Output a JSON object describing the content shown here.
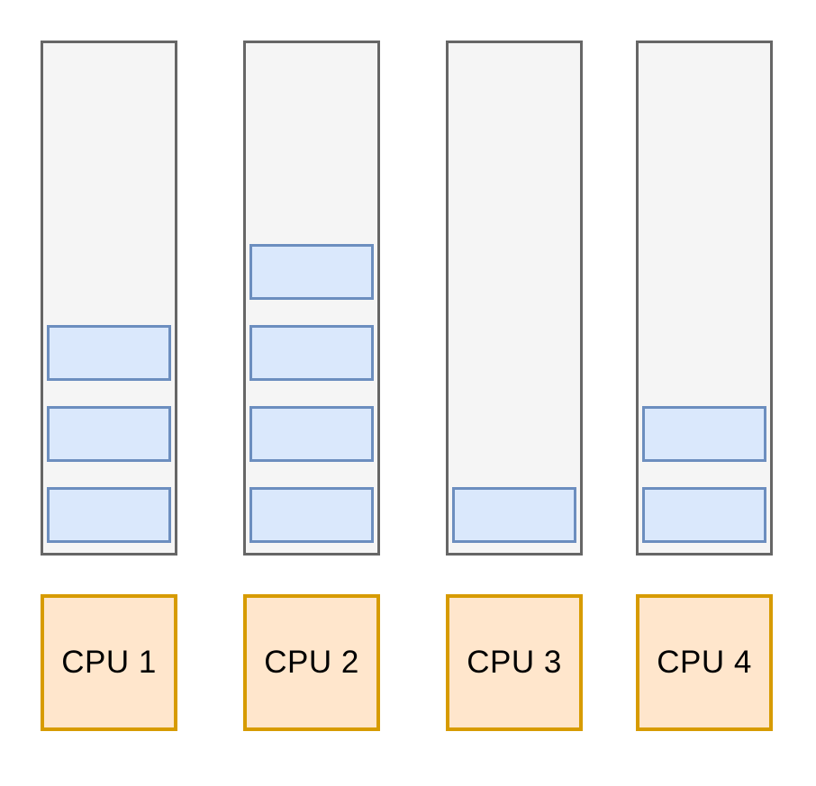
{
  "diagram": {
    "type": "cpu-task-queues",
    "description_visible_elements": "four vertical task queues above four CPU boxes"
  },
  "colors": {
    "background": "#ffffff",
    "queue_fill": "#f5f5f5",
    "queue_border": "#666666",
    "task_fill": "#dae8fc",
    "task_border": "#6c8ebf",
    "cpu_fill": "#ffe6cc",
    "cpu_border": "#d79b00",
    "label_text": "#000000"
  },
  "cpus": [
    {
      "label": "CPU 1",
      "queued_tasks": 3
    },
    {
      "label": "CPU 2",
      "queued_tasks": 4
    },
    {
      "label": "CPU 3",
      "queued_tasks": 1
    },
    {
      "label": "CPU 4",
      "queued_tasks": 2
    }
  ]
}
